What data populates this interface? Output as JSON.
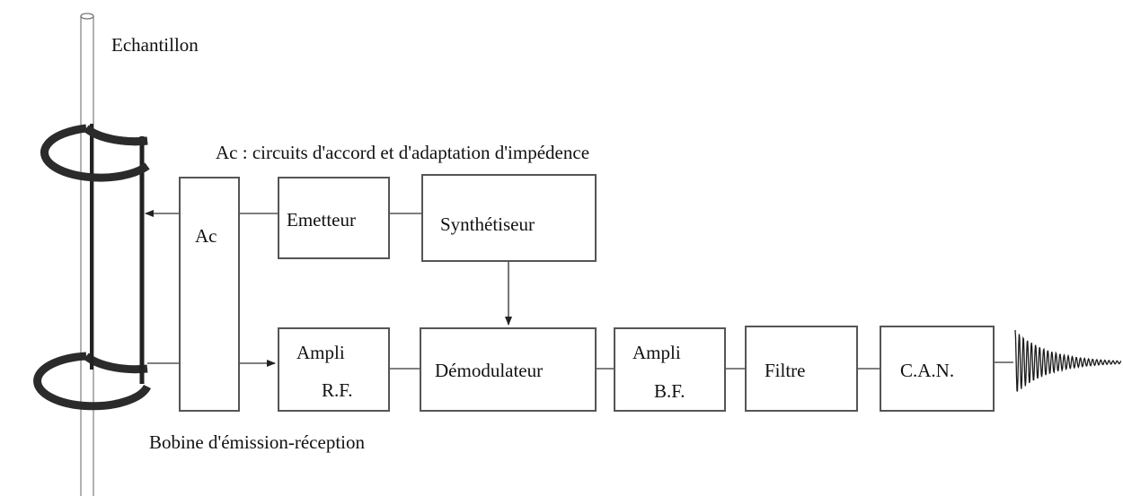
{
  "labels": {
    "sample": "Echantillon",
    "circuit_note": "Ac : circuits d'accord et d'adaptation d'impédence",
    "coil": "Bobine d'émission-réception"
  },
  "blocks": {
    "ac": "Ac",
    "emetteur": "Emetteur",
    "synthetiseur": "Synthétiseur",
    "ampli_rf_line1": "Ampli",
    "ampli_rf_line2": "R.F.",
    "demodulateur": "Démodulateur",
    "ampli_bf_line1": "Ampli",
    "ampli_bf_line2": "B.F.",
    "filtre": "Filtre",
    "can": "C.A.N."
  },
  "icons": {
    "signal": "fid-signal-icon",
    "coil": "helmholtz-coil-icon"
  }
}
